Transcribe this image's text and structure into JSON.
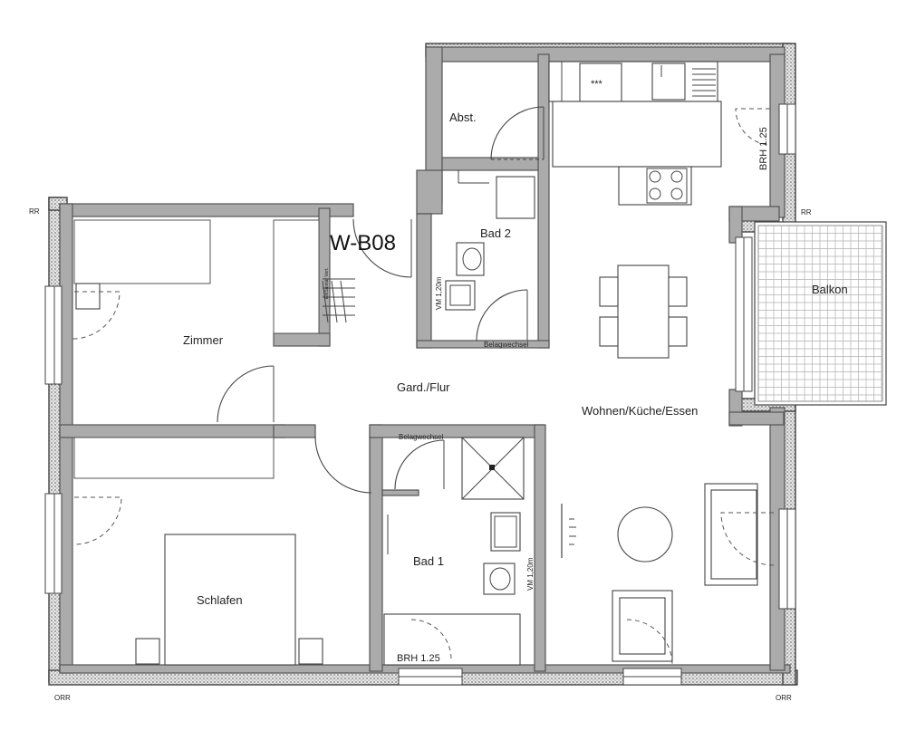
{
  "plan": {
    "unit_id": "W-B08",
    "rooms": {
      "abst": "Abst.",
      "bad2": "Bad 2",
      "zimmer": "Zimmer",
      "gard_flur": "Gard./Flur",
      "wohnen": "Wohnen/Küche/Essen",
      "balkon": "Balkon",
      "bad1": "Bad 1",
      "schlafen": "Schlafen"
    },
    "annotations": {
      "brh_right": "BRH 1.25",
      "brh_bottom": "BRH 1.25",
      "vm_bad2": "VM 1,20m",
      "vm_bad1": "VM 1,20m",
      "belagwechsel_1": "Belagwechsel",
      "belagwechsel_2": "Belagwechsel",
      "fridge": "***",
      "stair": "Elt/Sanitär Vert."
    },
    "markers": {
      "rr_left": "RR",
      "rr_right": "RR",
      "orr_bottom_left": "ORR",
      "orr_bottom_right": "ORR"
    },
    "colors": {
      "wall_fill": "#ababab",
      "outer_wall_hatch": "#d9d9d9",
      "line": "#444444"
    }
  }
}
